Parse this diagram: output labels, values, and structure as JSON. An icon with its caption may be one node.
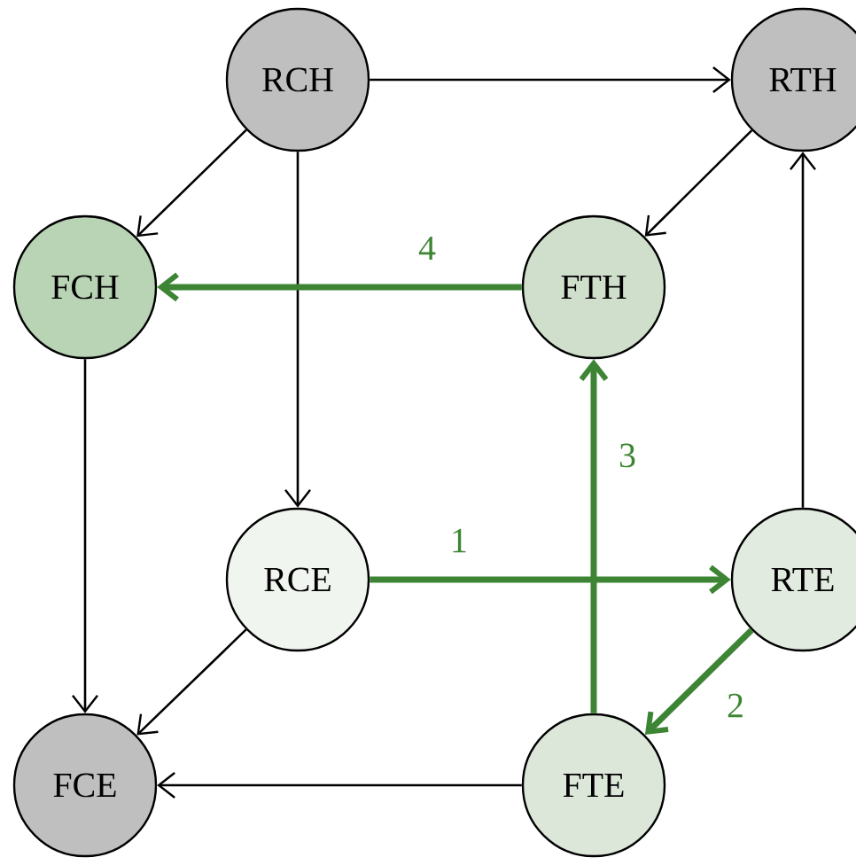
{
  "diagram": {
    "nodes": [
      {
        "text": [
          "RCH"
        ]
      },
      {
        "text": [
          "RTH"
        ]
      },
      {
        "text": [
          "FCH"
        ]
      },
      {
        "text": [
          "FTH"
        ]
      },
      {
        "text": [
          "RCE"
        ]
      },
      {
        "text": [
          "RTE"
        ]
      },
      {
        "text": [
          "FCE"
        ]
      },
      {
        "text": [
          "FTE"
        ]
      }
    ],
    "edges": [
      {
        "from": 0,
        "to": 1,
        "arrow": "to"
      },
      {
        "from": 0,
        "to": 2,
        "arrow": "to"
      },
      {
        "from": 0,
        "to": 4,
        "arrow": "to"
      },
      {
        "from": 1,
        "to": 3,
        "arrow": "to"
      },
      {
        "from": 3,
        "to": 2,
        "arrow": "to",
        "label": "4",
        "style": "thick",
        "color": "#3d8534"
      },
      {
        "from": 2,
        "to": 6,
        "arrow": "to"
      },
      {
        "from": 4,
        "to": 5,
        "arrow": "to",
        "label": "1",
        "style": "thick",
        "color": "#3d8534"
      },
      {
        "from": 4,
        "to": 6,
        "arrow": "to"
      },
      {
        "from": 5,
        "to": 1,
        "arrow": "to"
      },
      {
        "from": 5,
        "to": 7,
        "arrow": "to",
        "label": "2",
        "style": "thick",
        "color": "#3d8534"
      },
      {
        "from": 7,
        "to": 3,
        "arrow": "to",
        "label": "3",
        "style": "thick",
        "color": "#3d8534"
      },
      {
        "from": 7,
        "to": 6,
        "arrow": "to"
      }
    ]
  }
}
